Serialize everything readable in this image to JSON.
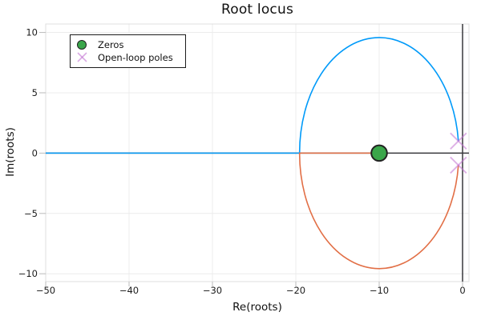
{
  "chart_data": {
    "type": "line",
    "title": "Root locus",
    "xlabel": "Re(roots)",
    "ylabel": "Im(roots)",
    "xlim": [
      -50,
      0.77
    ],
    "ylim": [
      -10.65,
      10.7
    ],
    "xticks": [
      -50,
      -40,
      -30,
      -20,
      -10,
      0
    ],
    "xtick_labels": [
      "−50",
      "−40",
      "−30",
      "−20",
      "−10",
      "0"
    ],
    "yticks": [
      -10,
      -5,
      0,
      5,
      10
    ],
    "ytick_labels": [
      "−10",
      "−5",
      "0",
      "5",
      "10"
    ],
    "grid": true,
    "legend_position": "top-left",
    "zeros": [
      {
        "re": -10,
        "im": 0
      }
    ],
    "open_loop_poles": [
      {
        "re": -0.5,
        "im": 1.0
      },
      {
        "re": -0.5,
        "im": -1.0
      }
    ],
    "locus": {
      "circle_center_re": -10,
      "circle_radius": 9.55,
      "break_in_re": -19.55,
      "branches": [
        {
          "name": "branch 1",
          "color": "#009af9",
          "description": "real axis from -50 to break-in point, then upper circular arc ending at pole -0.5+1i"
        },
        {
          "name": "branch 2",
          "color": "#e26f46",
          "description": "lower circular arc from pole -0.5-1i to break-in point, then real axis to zero at -10"
        }
      ]
    },
    "legend": [
      {
        "label": "Zeros",
        "marker": "circle",
        "color": "#3aa64a"
      },
      {
        "label": "Open-loop poles",
        "marker": "x",
        "color": "#c271d2"
      }
    ],
    "colors": {
      "branch_1": "#009af9",
      "branch_2": "#e26f46",
      "zero_marker_fill": "#3aa64a",
      "zero_marker_stroke": "#222222",
      "pole_marker": "#c271d2",
      "grid": "#ececec",
      "frame": "#dfdfdf",
      "zero_lines": "#38383c",
      "tick_mark": "#bbbbbb",
      "tick_text": "#1c1c1c"
    }
  }
}
